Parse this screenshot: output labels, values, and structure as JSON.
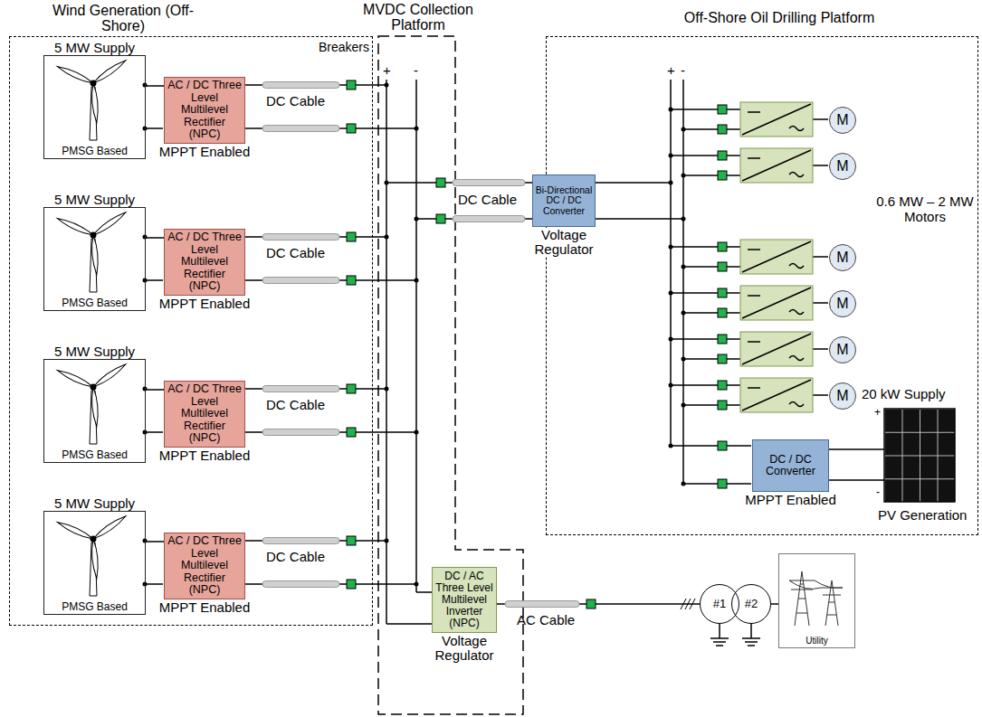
{
  "diagram": {
    "nodes": [
      {
        "text": [
          "Wind Generation (Off-Shore)"
        ]
      },
      {
        "text": [
          "5 MW Supply",
          "PMSG Based"
        ],
        "in": 0
      },
      {
        "text": [
          "AC / DC Three Level Multilevel Rectifier (NPC)",
          "MPPT Enabled"
        ],
        "in": 0
      },
      {
        "text": [
          "5 MW Supply",
          "PMSG Based"
        ],
        "in": 0
      },
      {
        "text": [
          "AC / DC Three Level Multilevel Rectifier (NPC)",
          "MPPT Enabled"
        ],
        "in": 0
      },
      {
        "text": [
          "5 MW Supply",
          "PMSG Based"
        ],
        "in": 0
      },
      {
        "text": [
          "AC / DC Three Level Multilevel Rectifier (NPC)",
          "MPPT Enabled"
        ],
        "in": 0
      },
      {
        "text": [
          "5 MW Supply",
          "PMSG Based"
        ],
        "in": 0
      },
      {
        "text": [
          "AC / DC Three Level Multilevel Rectifier (NPC)",
          "MPPT Enabled"
        ],
        "in": 0
      },
      {
        "text": [
          "MVDC Collection Platform"
        ]
      },
      {
        "text": [
          "DC / AC Three Level Multilevel Inverter (NPC)",
          "Voltage Regulator"
        ],
        "in": 9
      },
      {
        "text": [
          "Off-Shore Oil Drilling Platform"
        ]
      },
      {
        "text": [
          "Bi-Directional DC / DC Converter",
          "Voltage Regulator"
        ]
      },
      {
        "text": [
          "M"
        ],
        "in": 11
      },
      {
        "text": [
          "M"
        ],
        "in": 11
      },
      {
        "text": [
          "M"
        ],
        "in": 11
      },
      {
        "text": [
          "M"
        ],
        "in": 11
      },
      {
        "text": [
          "M"
        ],
        "in": 11
      },
      {
        "text": [
          "M"
        ],
        "in": 11
      },
      {
        "text": [
          "DC / DC Converter",
          "MPPT Enabled"
        ],
        "in": 11
      },
      {
        "text": [
          "#1"
        ]
      },
      {
        "text": [
          "#2"
        ]
      },
      {
        "text": [
          "Utility"
        ]
      }
    ],
    "edges": [
      {
        "from": 1,
        "to": 2,
        "arrow": "none"
      },
      {
        "from": 3,
        "to": 4,
        "arrow": "none"
      },
      {
        "from": 5,
        "to": 6,
        "arrow": "none"
      },
      {
        "from": 7,
        "to": 8,
        "arrow": "none"
      },
      {
        "from": 10,
        "to": 20,
        "arrow": "none"
      },
      {
        "from": 21,
        "to": 22,
        "arrow": "none"
      }
    ],
    "labels": [
      "Breakers",
      "+",
      "-",
      "DC Cable",
      "DC Cable",
      "DC Cable",
      "DC Cable",
      "DC Cable",
      "+",
      "-",
      "0.6 MW – 2 MW Motors",
      "20 kW Supply",
      "+",
      "-",
      "PV Generation",
      "AC Cable"
    ]
  }
}
